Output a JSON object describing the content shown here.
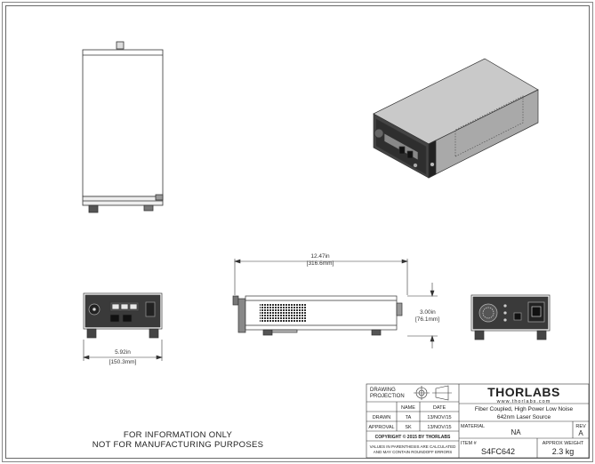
{
  "dimensions": {
    "length_in": "12.47in",
    "length_mm": "[316.6mm]",
    "height_in": "3.00in",
    "height_mm": "[76.1mm]",
    "width_in": "5.92in",
    "width_mm": "[150.3mm]"
  },
  "note": {
    "line1": "FOR INFORMATION ONLY",
    "line2": "NOT FOR MANUFACTURING PURPOSES"
  },
  "title_block": {
    "projection_line1": "DRAWING",
    "projection_line2": "PROJECTION",
    "logo": "THORLABS",
    "website": "www.thorlabs.com",
    "col_name": "NAME",
    "col_date": "DATE",
    "drawn_label": "DRAWN",
    "drawn_name": "TA",
    "drawn_date": "13/NOV/15",
    "approval_label": "APPROVAL",
    "approval_name": "SK",
    "approval_date": "13/NOV/15",
    "description_line1": "Fiber Coupled, High Power Low Noise",
    "description_line2": "642nm Laser Source",
    "material_label": "MATERIAL",
    "material_value": "NA",
    "rev_label": "REV",
    "rev_value": "A",
    "copyright": "COPYRIGHT © 2015 BY THORLABS",
    "tolerance_line1": "VALUES IN PARENTHESIS ARE CALCULATED",
    "tolerance_line2": "AND MAY CONTAIN ROUNDOFF ERRORS",
    "item_label": "ITEM #",
    "item_value": "S4FC642",
    "weight_label": "APPROX WEIGHT",
    "weight_value": "2.3 kg"
  }
}
